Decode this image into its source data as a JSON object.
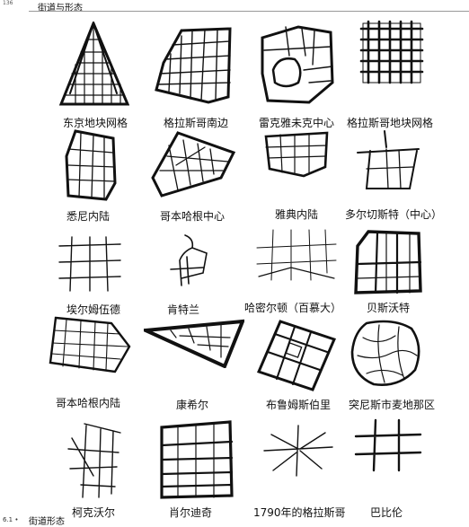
{
  "header": {
    "page_number": "136",
    "title": "街道与形态"
  },
  "footer": {
    "page_number": "6.1 •",
    "title": "街道形态"
  },
  "maps": [
    {
      "label": "东京地块网格"
    },
    {
      "label": "格拉斯哥南边"
    },
    {
      "label": "雷克雅未克中心"
    },
    {
      "label": "格拉斯哥地块网格"
    },
    {
      "label": "悉尼内陆"
    },
    {
      "label": "哥本哈根中心"
    },
    {
      "label": "雅典内陆"
    },
    {
      "label": "多尔切斯特（中心）"
    },
    {
      "label": "埃尔姆伍德"
    },
    {
      "label": "肯特兰"
    },
    {
      "label": "哈密尔顿（百慕大）"
    },
    {
      "label": "贝斯沃特"
    },
    {
      "label": "哥本哈根内陆"
    },
    {
      "label": "康希尔"
    },
    {
      "label": "布鲁姆斯伯里"
    },
    {
      "label": "突尼斯市麦地那区"
    },
    {
      "label": "柯克沃尔"
    },
    {
      "label": "肖尔迪奇"
    },
    {
      "label": "1790年的格拉斯哥"
    },
    {
      "label": "巴比伦"
    }
  ]
}
